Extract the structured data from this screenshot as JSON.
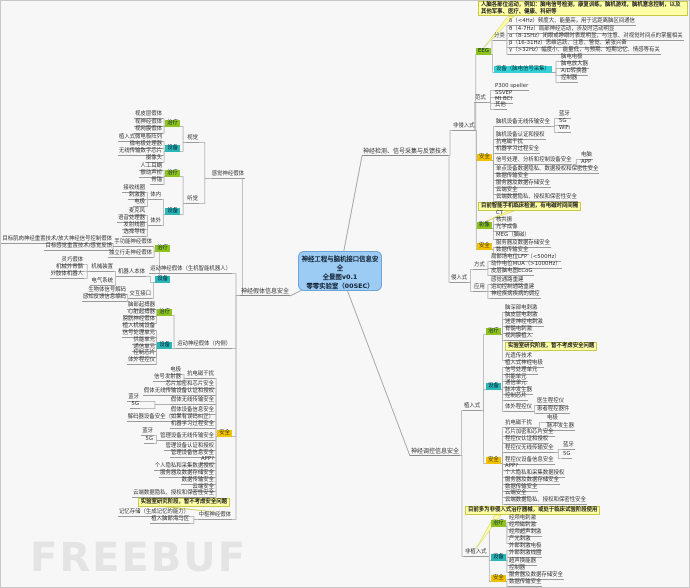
{
  "root": {
    "line1": "神经工程与脑机接口信息安全",
    "line2": "全景图v0.1",
    "line3": "零零实验室（00SEC）"
  },
  "watermark": "FREEBUF",
  "nodes": {
    "R1": {
      "label": "神经检测、信号采集与反馈技术",
      "kind": "branch"
    },
    "nI": {
      "label": "非侵入式",
      "kind": "plain"
    },
    "eeg": {
      "label": "EEG",
      "kind": "green"
    },
    "eegNote": {
      "label": "人脑各部位运动，例如：脑电信号检测，康复训练，脑机游戏，脑机意念控制，以及其他军事、医疗、健康、科研等",
      "kind": "note"
    },
    "fl": {
      "label": "分类",
      "kind": "plain"
    },
    "d1": {
      "label": "δ（<4Hz）频度大、能量高，用于远距离脑区间通信",
      "kind": "plain"
    },
    "d2": {
      "label": "θ（4-7Hz）局部神经活动，涉及时活动明显",
      "kind": "plain"
    },
    "d3": {
      "label": "α（8-15Hz）闭眼或睁眼时表现明显，与注意、对视觉时间点的掌握相关",
      "kind": "plain"
    },
    "d4": {
      "label": "β（16-31Hz）思维活跃、注意、警觉、紧张兴奋",
      "kind": "plain"
    },
    "d5": {
      "label": "γ（>32Hz）幅度小、能量低，与预期、短期记忆、情感等有关",
      "kind": "plain"
    },
    "sb": {
      "label": "设备（脑电信号采集）",
      "kind": "cyan"
    },
    "s1": {
      "label": "脑电电极",
      "kind": "plain"
    },
    "s2": {
      "label": "脑电放大器",
      "kind": "plain"
    },
    "s3": {
      "label": "A/D转换器",
      "kind": "plain"
    },
    "s4": {
      "label": "控制器",
      "kind": "plain"
    },
    "fs": {
      "label": "范式",
      "kind": "plain"
    },
    "f1": {
      "label": "P300 speller",
      "kind": "plain"
    },
    "f2": {
      "label": "SSVEP",
      "kind": "plain"
    },
    "f3": {
      "label": "MI BCI",
      "kind": "plain"
    },
    "f4": {
      "label": "其他",
      "kind": "plain"
    },
    "aq1": {
      "label": "安全",
      "kind": "yellow"
    },
    "a1": {
      "label": "脑机设备无线传输安全",
      "kind": "plain"
    },
    "a1a": {
      "label": "蓝牙",
      "kind": "plain"
    },
    "a1b": {
      "label": "5G",
      "kind": "plain"
    },
    "a1c": {
      "label": "WiFi",
      "kind": "plain"
    },
    "a2": {
      "label": "脑机设备认证和授权",
      "kind": "plain"
    },
    "a3": {
      "label": "抗电磁干扰",
      "kind": "plain"
    },
    "a4": {
      "label": "机器学习过程安全",
      "kind": "plain"
    },
    "a5": {
      "label": "信号处理、分析和控制设备安全",
      "kind": "plain"
    },
    "a5a": {
      "label": "电脑",
      "kind": "plain"
    },
    "a5b": {
      "label": "APP",
      "kind": "plain"
    },
    "a6": {
      "label": "单点设备数据隐私、数据授权和保密性安全",
      "kind": "plain"
    },
    "a7": {
      "label": "数据传输安全",
      "kind": "plain"
    },
    "a8": {
      "label": "服务器及数据存储安全",
      "kind": "plain"
    },
    "a9": {
      "label": "云端安全",
      "kind": "plain"
    },
    "a10": {
      "label": "云端数据隐私、授权和保密性安全",
      "kind": "plain"
    },
    "yxNote": {
      "label": "目前智能手机临床检测，有电磁时间间隔",
      "kind": "note"
    },
    "yx": {
      "label": "影像",
      "kind": "green"
    },
    "y1": {
      "label": "CT",
      "kind": "plain"
    },
    "y2": {
      "label": "核共振",
      "kind": "plain"
    },
    "y3": {
      "label": "光学成像",
      "kind": "plain"
    },
    "y4": {
      "label": "MEG（脑磁）",
      "kind": "plain"
    },
    "aq2": {
      "label": "安全",
      "kind": "yellow"
    },
    "b1": {
      "label": "服务器及数据存储安全",
      "kind": "plain"
    },
    "b2": {
      "label": "数据传输安全",
      "kind": "plain"
    },
    "qI": {
      "label": "侵入式",
      "kind": "plain"
    },
    "fsq": {
      "label": "方式",
      "kind": "plain"
    },
    "q1": {
      "label": "局部场电位LFP（<500Hz）",
      "kind": "plain"
    },
    "q2": {
      "label": "动作电位MUA（>1000Hz）",
      "kind": "plain"
    },
    "q3": {
      "label": "皮层脑电图ECoG",
      "kind": "plain"
    },
    "yy": {
      "label": "应用",
      "kind": "plain"
    },
    "u1": {
      "label": "感觉通路重建",
      "kind": "plain"
    },
    "u2": {
      "label": "运动控制通路重建",
      "kind": "plain"
    },
    "u3": {
      "label": "神经疾病疾病的调控",
      "kind": "plain"
    },
    "R2": {
      "label": "神经调控信息安全",
      "kind": "branch"
    },
    "zr": {
      "label": "植入式",
      "kind": "plain"
    },
    "zl": {
      "label": "治疗",
      "kind": "green"
    },
    "z1": {
      "label": "脑深部电刺激",
      "kind": "plain"
    },
    "z2": {
      "label": "脑皮层电刺激",
      "kind": "plain"
    },
    "z3": {
      "label": "迷走神经电刺激",
      "kind": "plain"
    },
    "z4": {
      "label": "脊髓电刺激",
      "kind": "plain"
    },
    "z5": {
      "label": "视网膜植入",
      "kind": "plain"
    },
    "zNote": {
      "label": "实验室研究阶段，暂不考虑安全问题",
      "kind": "note"
    },
    "z6": {
      "label": "光遗传技术",
      "kind": "plain"
    },
    "zs": {
      "label": "设备",
      "kind": "teal"
    },
    "e1": {
      "label": "植入式神经电极",
      "kind": "plain"
    },
    "e2": {
      "label": "信号处理单元",
      "kind": "plain"
    },
    "e3": {
      "label": "供能单元",
      "kind": "plain"
    },
    "e4": {
      "label": "通信单元",
      "kind": "plain"
    },
    "e5": {
      "label": "脉冲发生器",
      "kind": "plain"
    },
    "e6": {
      "label": "控制芯片",
      "kind": "plain"
    },
    "e7": {
      "label": "体外程控仪",
      "kind": "plain"
    },
    "e7a": {
      "label": "医生程控仪",
      "kind": "plain"
    },
    "e7b": {
      "label": "患者程控器件",
      "kind": "plain"
    },
    "za": {
      "label": "安全",
      "kind": "yellow"
    },
    "g1": {
      "label": "抗电磁干扰",
      "kind": "plain"
    },
    "g1a": {
      "label": "电极",
      "kind": "plain"
    },
    "g1b": {
      "label": "脉冲发生器",
      "kind": "plain"
    },
    "g2": {
      "label": "芯片加密和芯片安全",
      "kind": "plain"
    },
    "g3": {
      "label": "程控仪认证和授权",
      "kind": "plain"
    },
    "g4": {
      "label": "程控仪无线传输安全",
      "kind": "plain"
    },
    "g4a": {
      "label": "蓝牙",
      "kind": "plain"
    },
    "g4b": {
      "label": "5G",
      "kind": "plain"
    },
    "g5": {
      "label": "程控仪设备信息安全",
      "kind": "plain"
    },
    "g6": {
      "label": "APP?",
      "kind": "plain"
    },
    "g7": {
      "label": "个人隐私和采集数据授权",
      "kind": "plain"
    },
    "g8": {
      "label": "服务器及数据存储安全",
      "kind": "plain"
    },
    "g9": {
      "label": "数据传输安全",
      "kind": "plain"
    },
    "g10": {
      "label": "云端安全",
      "kind": "plain"
    },
    "g11": {
      "label": "云端数据隐私、授权和保密性安全",
      "kind": "plain"
    },
    "fzNote": {
      "label": "目前多为非侵入式治疗器械，或处于临床试验阶段使用",
      "kind": "note"
    },
    "fz": {
      "label": "非植入式",
      "kind": "plain"
    },
    "fzl": {
      "label": "治疗",
      "kind": "green"
    },
    "h1": {
      "label": "经颅电刺激",
      "kind": "plain"
    },
    "h2": {
      "label": "经颅磁刺激",
      "kind": "plain"
    },
    "h3": {
      "label": "经颅超声刺激",
      "kind": "plain"
    },
    "h4": {
      "label": "产光刺激",
      "kind": "plain"
    },
    "fzs": {
      "label": "设备",
      "kind": "teal"
    },
    "k1": {
      "label": "外部刺激电极",
      "kind": "plain"
    },
    "k2": {
      "label": "外部刺激线圈",
      "kind": "plain"
    },
    "k3": {
      "label": "超声换能器",
      "kind": "plain"
    },
    "k4": {
      "label": "控制器",
      "kind": "plain"
    },
    "fza": {
      "label": "安全",
      "kind": "yellow"
    },
    "m1": {
      "label": "服务器及数据存储安全",
      "kind": "plain"
    },
    "m2": {
      "label": "数据传输安全",
      "kind": "plain"
    },
    "L1": {
      "label": "感觉神经假体",
      "kind": "plain"
    },
    "sj": {
      "label": "视觉",
      "kind": "plain"
    },
    "sjl": {
      "label": "治疗",
      "kind": "green"
    },
    "v1": {
      "label": "视皮层假体",
      "kind": "plain"
    },
    "v2": {
      "label": "视神经假体",
      "kind": "plain"
    },
    "v3": {
      "label": "视网膜假体",
      "kind": "plain"
    },
    "sjs": {
      "label": "设备",
      "kind": "teal"
    },
    "w1": {
      "label": "植入式微电极阵列",
      "kind": "plain"
    },
    "w2": {
      "label": "微电极处理器",
      "kind": "plain"
    },
    "w3": {
      "label": "无线传输数字芯片",
      "kind": "plain"
    },
    "w4": {
      "label": "摄像头",
      "kind": "plain"
    },
    "tj": {
      "label": "听觉",
      "kind": "plain"
    },
    "tjl": {
      "label": "治疗",
      "kind": "green"
    },
    "t1": {
      "label": "人工耳蜗",
      "kind": "plain"
    },
    "t2": {
      "label": "振动声桥",
      "kind": "plain"
    },
    "t3": {
      "label": "骨锚",
      "kind": "plain"
    },
    "tjs": {
      "label": "设备",
      "kind": "teal"
    },
    "tn": {
      "label": "体内",
      "kind": "plain"
    },
    "tn1": {
      "label": "接收线圈",
      "kind": "plain"
    },
    "tn2": {
      "label": "刺激器",
      "kind": "plain"
    },
    "tn3": {
      "label": "电极",
      "kind": "plain"
    },
    "tw": {
      "label": "体外",
      "kind": "plain"
    },
    "tw1": {
      "label": "麦克风",
      "kind": "plain"
    },
    "tw2": {
      "label": "语音处理器",
      "kind": "plain"
    },
    "tw3": {
      "label": "发射线圈",
      "kind": "plain"
    },
    "tw4": {
      "label": "选择导线",
      "kind": "plain"
    },
    "L2": {
      "label": "神经假体信息安全",
      "kind": "branch"
    },
    "yd": {
      "label": "运动神经假体（生机智能机器人）",
      "kind": "plain"
    },
    "ydl": {
      "label": "治疗",
      "kind": "green"
    },
    "p1": {
      "label": "手功能神经假体",
      "kind": "plain"
    },
    "p1a": {
      "label": "目标肌肉神经重置技术/放大神经信号控制假体",
      "kind": "plain"
    },
    "p1b": {
      "label": "目标感觉重置技术/感觉反馈",
      "kind": "plain"
    },
    "p2": {
      "label": "独立行走神经假体",
      "kind": "plain"
    },
    "yds": {
      "label": "设备",
      "kind": "teal"
    },
    "jq": {
      "label": "机器人本体",
      "kind": "plain"
    },
    "jx": {
      "label": "机械装置",
      "kind": "plain"
    },
    "jx1": {
      "label": "灵巧假体",
      "kind": "plain"
    },
    "jx2": {
      "label": "机械外骨骼",
      "kind": "plain"
    },
    "jx3": {
      "label": "外肢体机器人",
      "kind": "plain"
    },
    "dq": {
      "label": "电气系统",
      "kind": "plain"
    },
    "jh": {
      "label": "交互接口",
      "kind": "plain"
    },
    "jh1": {
      "label": "生物体信号解码",
      "kind": "plain"
    },
    "jh2": {
      "label": "感知反馈信息编码",
      "kind": "plain"
    },
    "nc": {
      "label": "运动神经假体（内侧）",
      "kind": "plain"
    },
    "ncl": {
      "label": "治疗",
      "kind": "green"
    },
    "r1": {
      "label": "脑部起搏器",
      "kind": "plain"
    },
    "r2": {
      "label": "心脏起搏器",
      "kind": "plain"
    },
    "r3": {
      "label": "膀胱神经假体",
      "kind": "plain"
    },
    "ncs": {
      "label": "设备",
      "kind": "teal"
    },
    "o1": {
      "label": "植入机械设备",
      "kind": "plain"
    },
    "o2": {
      "label": "信号处理单元",
      "kind": "plain"
    },
    "o3": {
      "label": "供能单元",
      "kind": "plain"
    },
    "o4": {
      "label": "通信单元",
      "kind": "plain"
    },
    "o5": {
      "label": "控制芯片",
      "kind": "plain"
    },
    "o6": {
      "label": "体外程控仪",
      "kind": "plain"
    },
    "la": {
      "label": "安全",
      "kind": "yellow"
    },
    "x1": {
      "label": "抗电磁干扰",
      "kind": "plain"
    },
    "x1a": {
      "label": "电极",
      "kind": "plain"
    },
    "x1b": {
      "label": "信号发射器",
      "kind": "plain"
    },
    "x2": {
      "label": "芯片加密和芯片安全",
      "kind": "plain"
    },
    "x3": {
      "label": "假体无线传输设备认证和授权",
      "kind": "plain"
    },
    "x4": {
      "label": "假体无线传输安全",
      "kind": "plain"
    },
    "x4a": {
      "label": "蓝牙",
      "kind": "plain"
    },
    "x4b": {
      "label": "5G",
      "kind": "plain"
    },
    "x5": {
      "label": "假体设备信息安全",
      "kind": "plain"
    },
    "x6": {
      "label": "解码器设备安全（如果有误码纠正）",
      "kind": "plain"
    },
    "x7": {
      "label": "机器学习过程安全",
      "kind": "plain"
    },
    "x8": {
      "label": "管理设备无线传输安全",
      "kind": "plain"
    },
    "x8a": {
      "label": "蓝牙",
      "kind": "plain"
    },
    "x8b": {
      "label": "5G",
      "kind": "plain"
    },
    "x9": {
      "label": "管理设备认证和授权",
      "kind": "plain"
    },
    "x10": {
      "label": "管理设备信息安全",
      "kind": "plain"
    },
    "x11": {
      "label": "APP?",
      "kind": "plain"
    },
    "x12": {
      "label": "个人隐私和采集数据授权",
      "kind": "plain"
    },
    "x13": {
      "label": "服务器及数据存储安全",
      "kind": "plain"
    },
    "x14": {
      "label": "数据传输安全",
      "kind": "plain"
    },
    "x15": {
      "label": "云端安全",
      "kind": "plain"
    },
    "x16": {
      "label": "云端数据隐私、授权和保密性安全",
      "kind": "plain"
    },
    "zs2": {
      "label": "中枢神经假体",
      "kind": "plain"
    },
    "zsNote": {
      "label": "实验室研究阶段，暂不考虑安全问题",
      "kind": "note"
    },
    "zs2a": {
      "label": "记忆存储（生成记忆的能力）",
      "kind": "plain"
    },
    "zs2b": {
      "label": "植入脑部海马区",
      "kind": "plain"
    }
  }
}
